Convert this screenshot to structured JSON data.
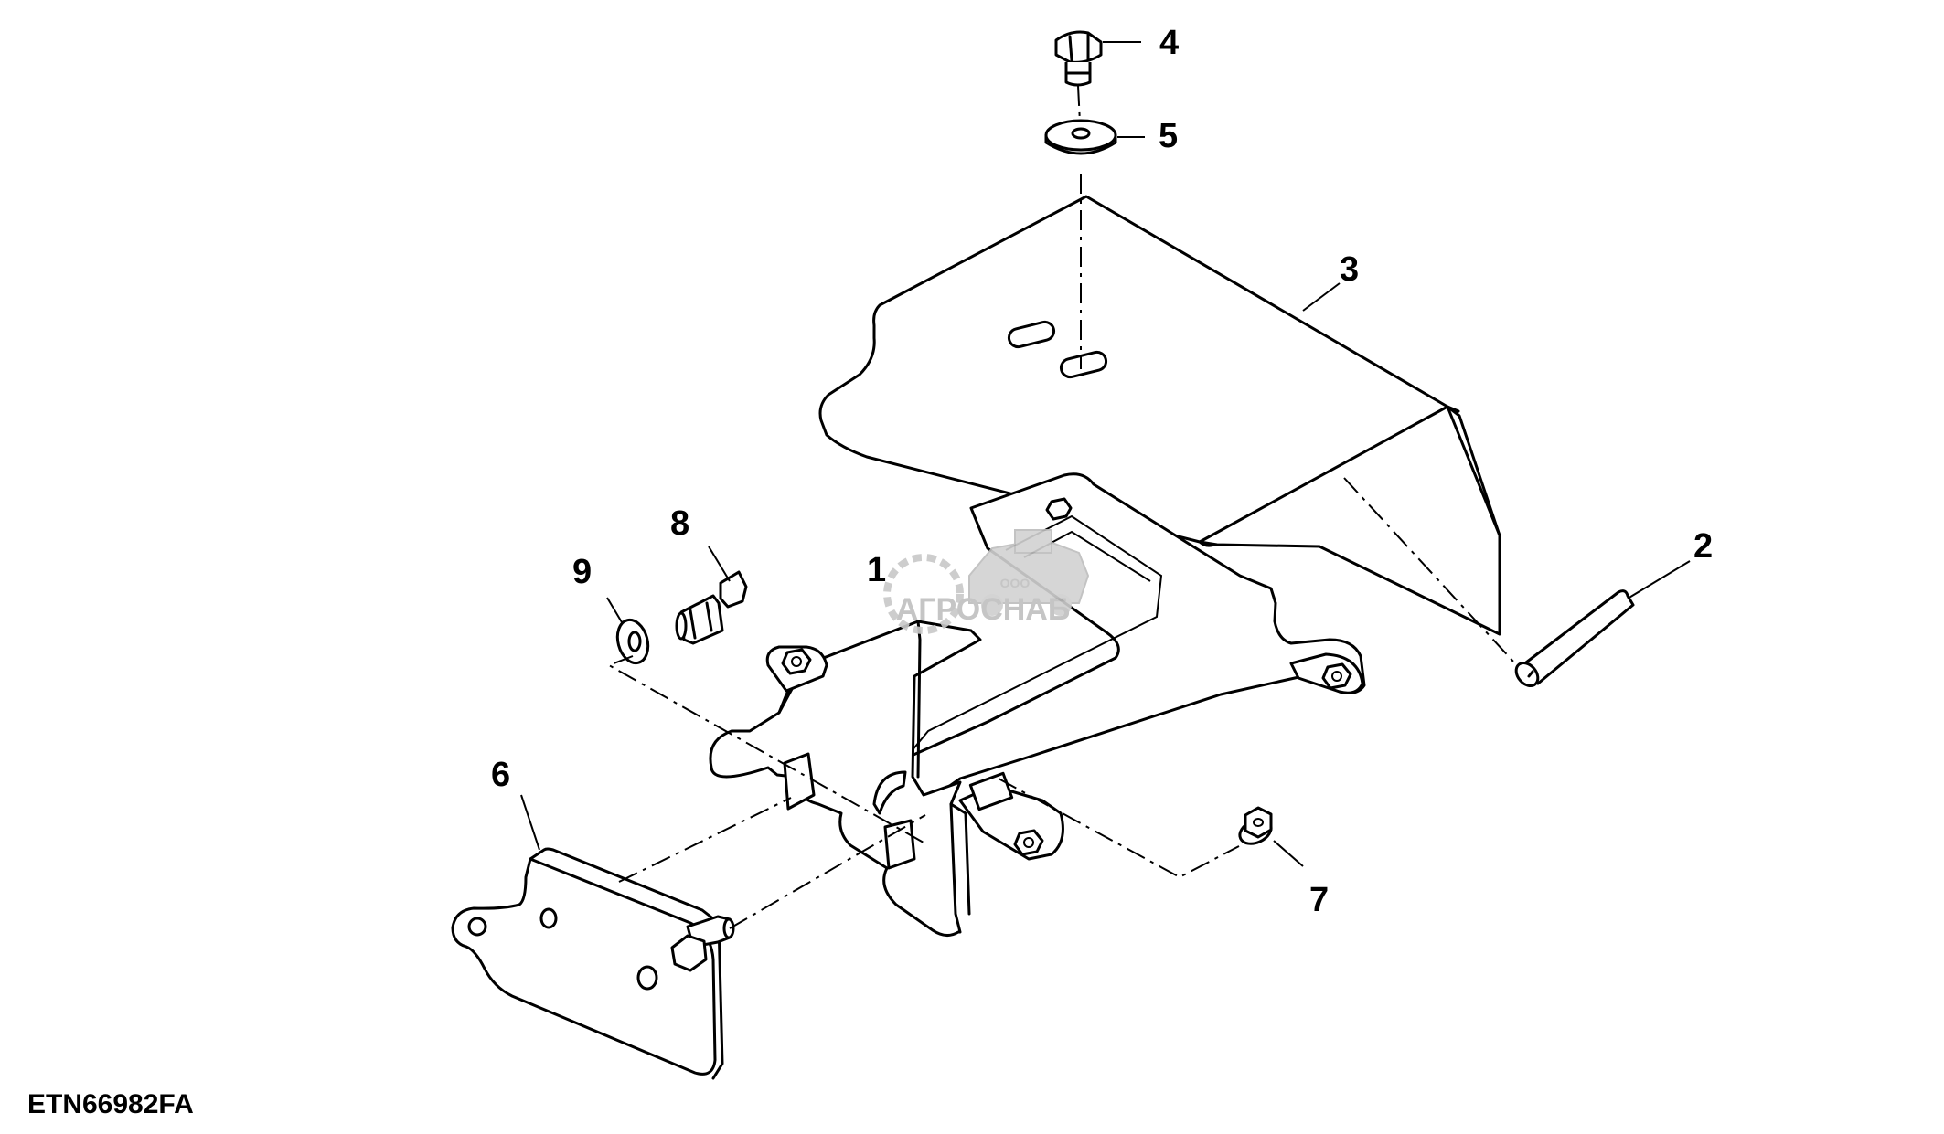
{
  "figure_id": "ETN66982FA",
  "callouts": [
    "1",
    "2",
    "3",
    "4",
    "5",
    "6",
    "7",
    "8",
    "9"
  ],
  "watermark": {
    "small": "ООО",
    "name": "АГРОСНАБ",
    "color": "#bfbfbf"
  }
}
